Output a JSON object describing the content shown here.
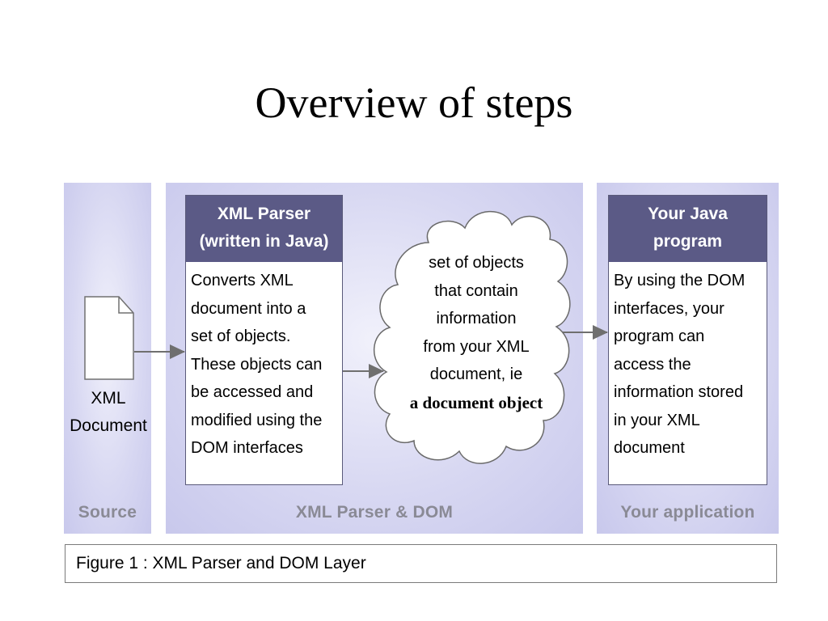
{
  "slide": {
    "title": "Overview of steps"
  },
  "source_panel": {
    "caption": "Source",
    "document_label": [
      "XML",
      "Document"
    ]
  },
  "parser_panel": {
    "caption": "XML Parser & DOM",
    "box_header": [
      "XML Parser",
      "(written in Java)"
    ],
    "box_body": [
      "Converts XML",
      "document into a",
      "set of objects.",
      "These objects can",
      "be accessed and",
      "modified using the",
      "DOM interfaces"
    ],
    "cloud_lines": [
      "set of objects",
      "that contain",
      "information",
      "from your XML",
      "document, ie"
    ],
    "cloud_bold": "a document object"
  },
  "app_panel": {
    "caption": "Your application",
    "box_header": [
      "Your Java",
      "program"
    ],
    "box_body": [
      "By using the DOM",
      "interfaces, your",
      "program can",
      "access the",
      "information stored",
      "in your XML",
      "document"
    ]
  },
  "figure_caption": "Figure 1 : XML Parser and DOM Layer",
  "colors": {
    "panel_background": "#d8d8f2",
    "box_header": "#5b5a86",
    "caption_text": "#8a8a95",
    "arrow": "#6f6f6f"
  },
  "icons": {
    "document": "document-icon",
    "cloud": "cloud-shape",
    "arrow": "right-arrow-icon"
  }
}
